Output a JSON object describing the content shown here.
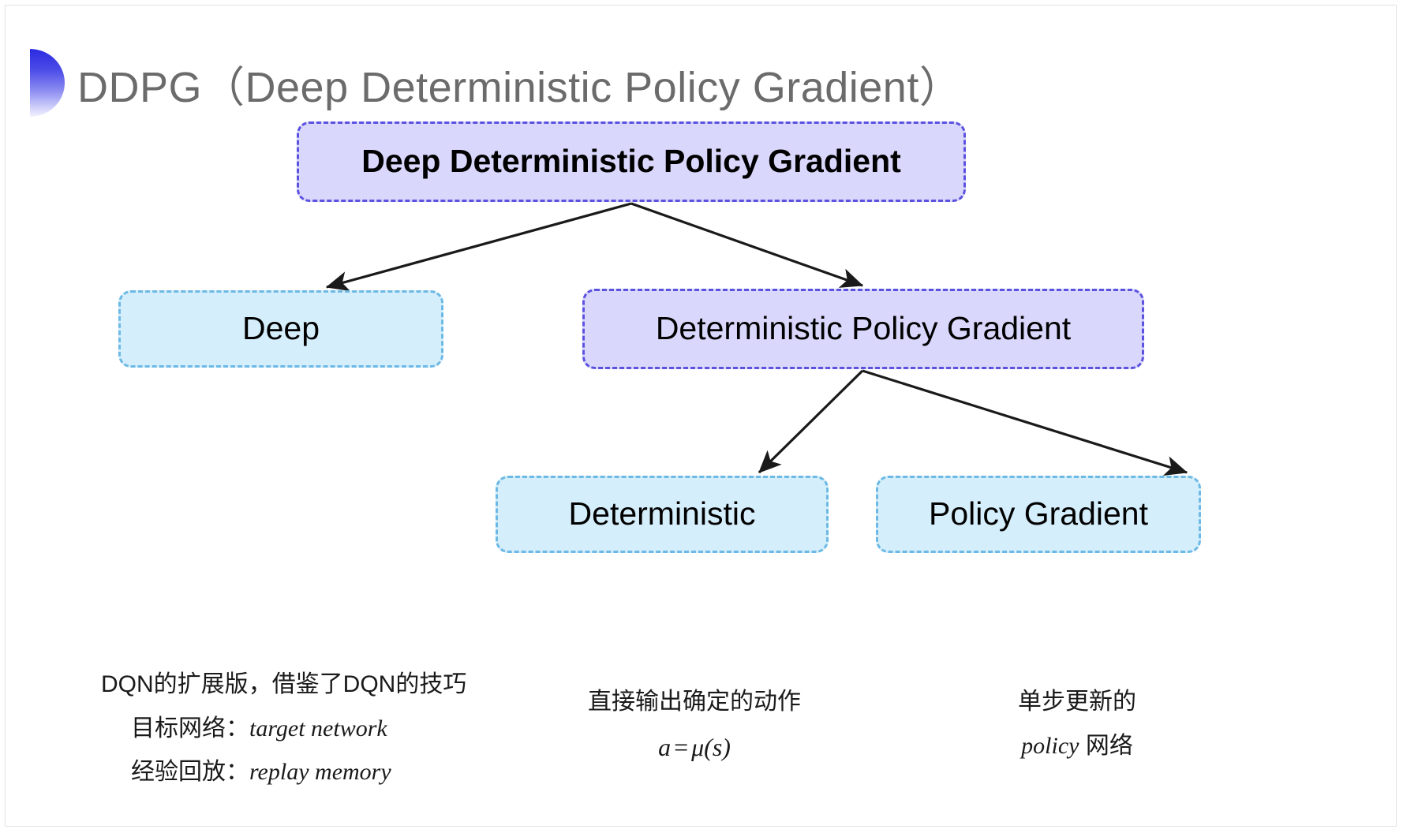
{
  "slide": {
    "title": "DDPG（Deep Deterministic Policy Gradient）",
    "bullet_icon": "half-circle-gradient-icon",
    "background_color": "#ffffff",
    "title_color": "#6b6b6b"
  },
  "diagram": {
    "type": "tree",
    "colors": {
      "purple_fill": "#d9d7fb",
      "purple_border": "#5b52e0",
      "cyan_fill": "#d5eefb",
      "cyan_border": "#6cb9e5",
      "arrow": "#1a1a1a"
    },
    "nodes": {
      "root": "Deep Deterministic Policy Gradient",
      "deep": "Deep",
      "dpg": "Deterministic Policy Gradient",
      "deterministic": "Deterministic",
      "policy_gradient": "Policy Gradient"
    },
    "edges": [
      {
        "from": "root",
        "to": "deep"
      },
      {
        "from": "root",
        "to": "dpg"
      },
      {
        "from": "dpg",
        "to": "deterministic"
      },
      {
        "from": "dpg",
        "to": "policy_gradient"
      }
    ]
  },
  "annotations": {
    "deep": {
      "line1": "DQN的扩展版，借鉴了DQN的技巧",
      "line2_label": "目标网络：",
      "line2_term": "target network",
      "line3_label": "经验回放：",
      "line3_term": "replay memory"
    },
    "deterministic": {
      "line1": "直接输出确定的动作",
      "formula_lhs": "a",
      "formula_op": "=",
      "formula_rhs": "μ(s)"
    },
    "policy_gradient": {
      "line1": "单步更新的",
      "line2_term": "policy",
      "line2_suffix": " 网络"
    }
  }
}
